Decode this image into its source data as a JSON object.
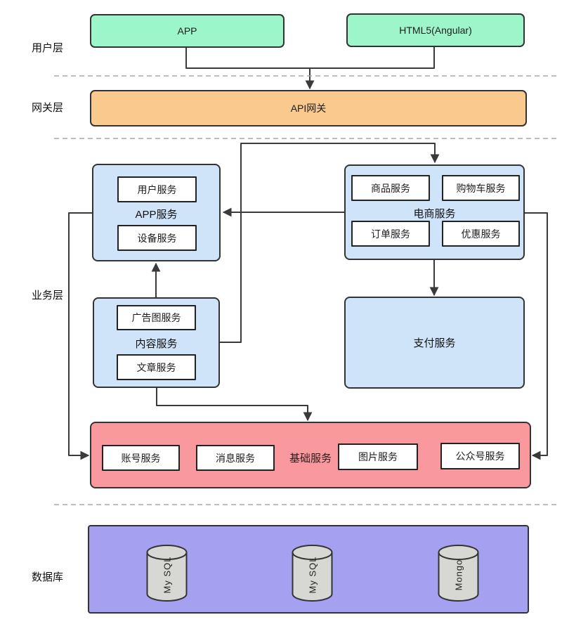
{
  "layers": {
    "user": {
      "label": "用户层",
      "nodes": [
        {
          "label": "APP"
        },
        {
          "label": "HTML5(Angular)"
        }
      ]
    },
    "gateway": {
      "label": "网关层",
      "node": {
        "label": "API网关"
      }
    },
    "business": {
      "label": "业务层",
      "groups": {
        "app_service": {
          "label": "APP服务",
          "children": [
            {
              "label": "用户服务"
            },
            {
              "label": "设备服务"
            }
          ]
        },
        "ecommerce_service": {
          "label": "电商服务",
          "children": [
            {
              "label": "商品服务"
            },
            {
              "label": "购物车服务"
            },
            {
              "label": "订单服务"
            },
            {
              "label": "优惠服务"
            }
          ]
        },
        "content_service": {
          "label": "内容服务",
          "children": [
            {
              "label": "广告图服务"
            },
            {
              "label": "文章服务"
            }
          ]
        },
        "payment_service": {
          "label": "支付服务"
        },
        "base_service": {
          "label": "基础服务",
          "children": [
            {
              "label": "账号服务"
            },
            {
              "label": "消息服务"
            },
            {
              "label": "图片服务"
            },
            {
              "label": "公众号服务"
            }
          ]
        }
      }
    },
    "database": {
      "label": "数据库",
      "nodes": [
        {
          "label": "My SQL"
        },
        {
          "label": "My SQL"
        },
        {
          "label": "Mongo"
        }
      ]
    }
  },
  "colors": {
    "accent_green": "#9df6c9",
    "accent_orange": "#f9c98d",
    "accent_blue": "#cfe3f9",
    "accent_red": "#f9999d",
    "accent_purple": "#a6a0f1",
    "cylinder_gray": "#d7d7d3",
    "line_dark": "#3a3a3a"
  }
}
